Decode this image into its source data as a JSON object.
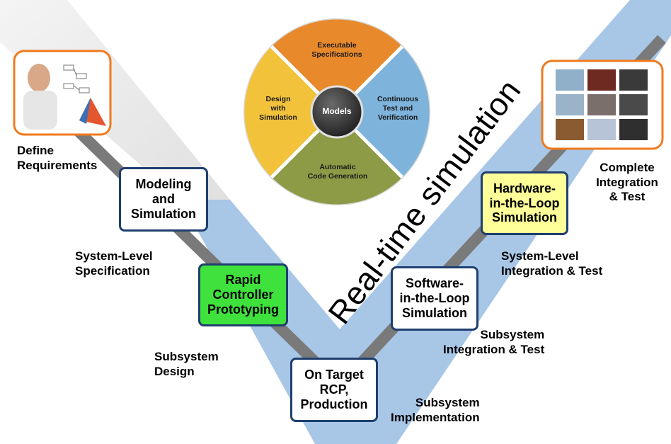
{
  "diagram": {
    "steps": [
      {
        "id": "modeling",
        "label": "Modeling\nand\nSimulation"
      },
      {
        "id": "rcp",
        "label": "Rapid\nController\nPrototyping",
        "highlight": "#3fe23c"
      },
      {
        "id": "ontarget",
        "label": "On Target\nRCP,\nProduction"
      },
      {
        "id": "sil",
        "label": "Software-\nin-the-Loop\nSimulation"
      },
      {
        "id": "hil",
        "label": "Hardware-\nin-the-Loop\nSimulation",
        "highlight": "#ffff99"
      }
    ],
    "phases": {
      "define": "Define\nRequirements",
      "system_spec": "System-Level\nSpecification",
      "subsystem_design": "Subsystem\nDesign",
      "subsystem_impl": "Subsystem\nImplementation",
      "subsystem_int": "Subsystem\nIntegration & Test",
      "system_int": "System-Level\nIntegration & Test",
      "complete_int": "Complete\nIntegration\n& Test"
    },
    "realtime_label": "Real-time simulation",
    "wheel": {
      "center": "Models",
      "segments": [
        {
          "label": "Executable\nSpecifications",
          "color": "#e8892b"
        },
        {
          "label": "Continuous\nTest and\nVerification",
          "color": "#7eb3dc"
        },
        {
          "label": "Automatic\nCode Generation",
          "color": "#8d9a46"
        },
        {
          "label": "Design\nwith\nSimulation",
          "color": "#f2c23a"
        }
      ]
    },
    "colors": {
      "band": "#a8c6e6",
      "road": "#7f7f7f",
      "box_border": "#1f3f6e",
      "image_frame": "#f07a1e"
    }
  }
}
